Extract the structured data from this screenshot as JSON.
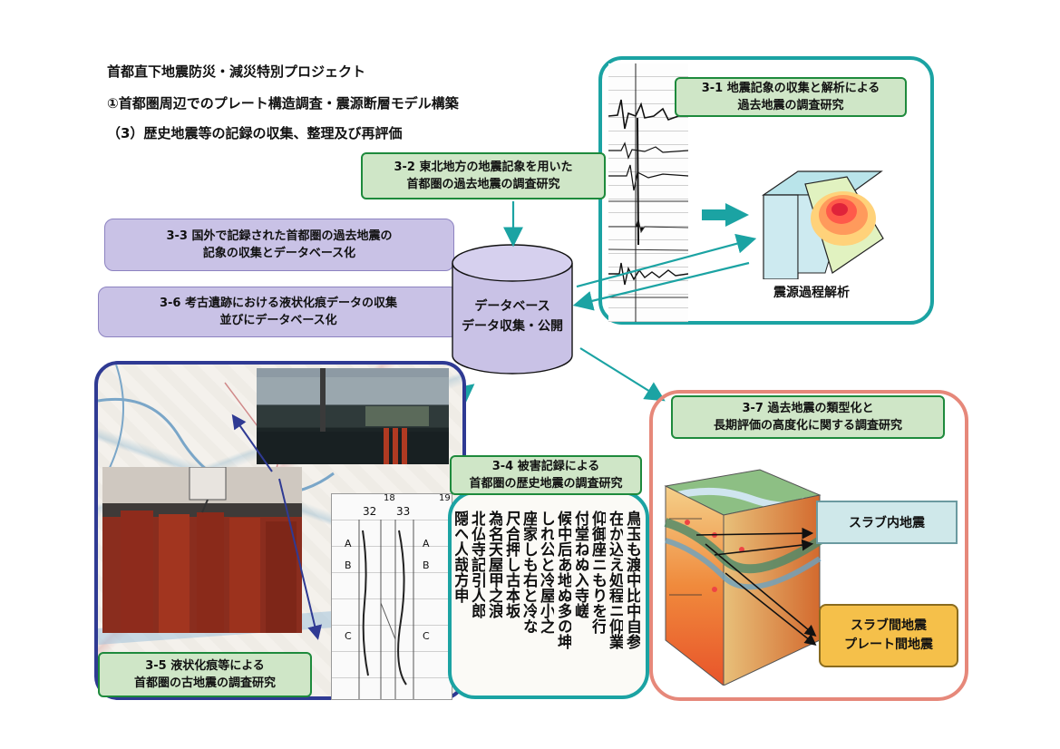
{
  "header": {
    "line1": "首都直下地震防災・減災特別プロジェクト",
    "line2": "①首都圏周辺でのプレート構造調査・震源断層モデル構築",
    "line3": "（3）歴史地震等の記録の収集、整理及び再評価"
  },
  "labels": {
    "l31": [
      "3-1 地震記象の収集と解析による",
      "過去地震の調査研究"
    ],
    "l32": [
      "3-2 東北地方の地震記象を用いた",
      "首都圏の過去地震の調査研究"
    ],
    "l33": [
      "3-3 国外で記録された首都圏の過去地震の",
      "記象の収集とデータベース化"
    ],
    "l36": [
      "3-6 考古遺跡における液状化痕データの収集",
      "並びにデータベース化"
    ],
    "l34": [
      "3-4 被害記録による",
      "首都圏の歴史地震の調査研究"
    ],
    "l35": [
      "3-5 液状化痕等による",
      "首都圏の古地震の調査研究"
    ],
    "l37": [
      "3-7 過去地震の類型化と",
      "長期評価の高度化に関する調査研究"
    ]
  },
  "database": {
    "line1": "データベース",
    "line2": "データ収集・公開"
  },
  "source_analysis": "震源過程解析",
  "slab_inner": "スラブ内地震",
  "slab_inter": [
    "スラブ間地震",
    "プレート間地震"
  ],
  "log_columns": [
    "18",
    "19",
    "32",
    "33"
  ],
  "log_units": [
    "A",
    "B",
    "C",
    "A",
    "B",
    "C"
  ],
  "manuscript_columns": [
    "鳥玉も渡中比中自参",
    "在か込え処程ニ仰業",
    "仰御座ニもりを行",
    "付堂ねぬ入寺嵯",
    "候中后あ地ぬ多の坤",
    "しれ公と冷屋小之",
    "座家しも右と冷な",
    "尺合押し古本坂",
    "為名天屋甲之浪",
    "北仏寺記引人郎",
    "隠へ人哉方申"
  ],
  "colors": {
    "teal": "#1ba3a3",
    "navy": "#2f3a93",
    "pink": "#e6887a",
    "green_label_bg": "#cfe6c7",
    "purple_label_bg": "#c9c2e6",
    "orange_box": "#f5c04a",
    "blue_box": "#cfe8ea"
  }
}
